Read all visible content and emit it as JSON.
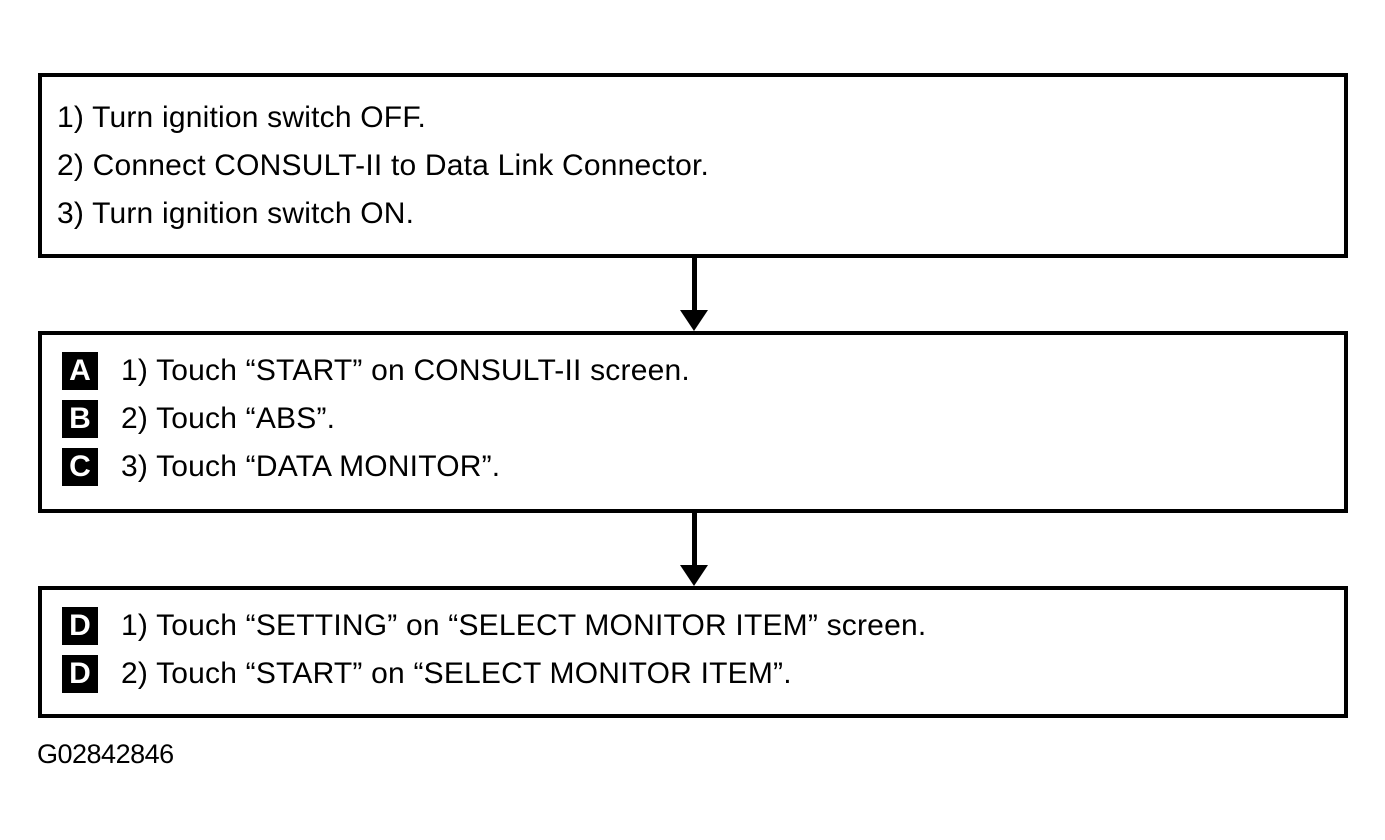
{
  "diagram": {
    "title": "CONSULT-II ABS data monitor procedure flowchart",
    "colors": {
      "background": "#ffffff",
      "line": "#000000",
      "badge_background": "#000000",
      "badge_text": "#ffffff"
    },
    "figure_code": "G02842846",
    "boxes": [
      {
        "name": "preparation",
        "steps": [
          {
            "badge": null,
            "text": "1) Turn ignition switch OFF."
          },
          {
            "badge": null,
            "text": "2) Connect CONSULT-II to Data Link Connector."
          },
          {
            "badge": null,
            "text": "3) Turn ignition switch ON."
          }
        ]
      },
      {
        "name": "consult-start",
        "steps": [
          {
            "badge": "A",
            "text": "1) Touch “START” on CONSULT-II screen."
          },
          {
            "badge": "B",
            "text": "2) Touch “ABS”."
          },
          {
            "badge": "C",
            "text": "3) Touch “DATA MONITOR”."
          }
        ]
      },
      {
        "name": "select-monitor-item",
        "steps": [
          {
            "badge": "D",
            "text": "1) Touch “SETTING” on “SELECT MONITOR ITEM” screen."
          },
          {
            "badge": "D",
            "text": "2) Touch “START” on “SELECT MONITOR ITEM”."
          }
        ]
      }
    ]
  }
}
